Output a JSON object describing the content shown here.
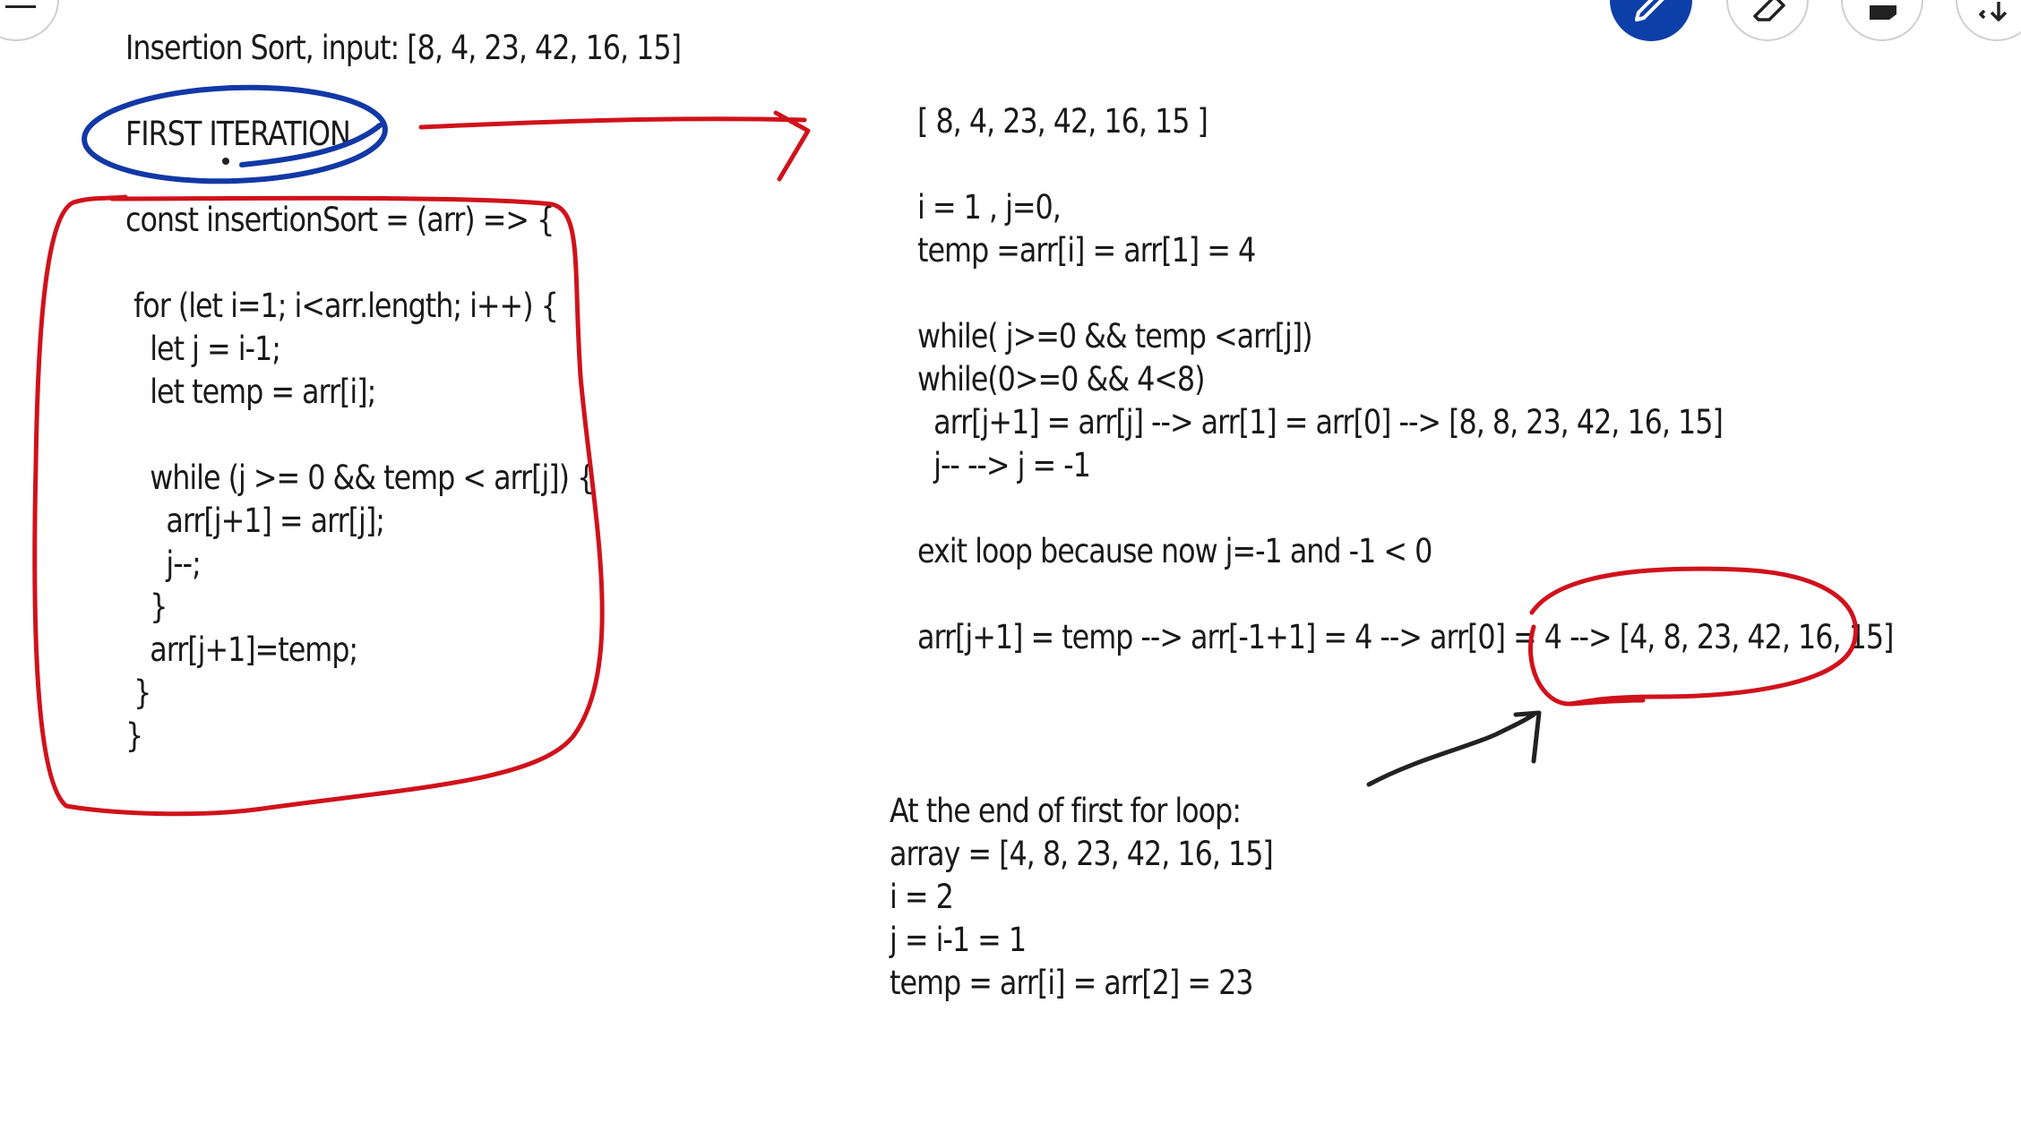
{
  "left_panel": {
    "title": "Insertion Sort, input: [8, 4, 23, 42, 16, 15]",
    "section_label": "FIRST ITERATION",
    "code_lines": [
      "const insertionSort = (arr) => {",
      "",
      " for (let i=1; i<arr.length; i++) {",
      "   let j = i-1;",
      "   let temp = arr[i];",
      "",
      "   while (j >= 0 && temp < arr[j]) {",
      "     arr[j+1] = arr[j];",
      "     j--;",
      "   }",
      "   arr[j+1]=temp;",
      " }",
      "}"
    ]
  },
  "right_panel": {
    "trace_lines": [
      "[ 8, 4, 23, 42, 16, 15 ]",
      "",
      "i = 1 , j=0,",
      "temp =arr[i] = arr[1] = 4",
      "",
      "while( j>=0 && temp <arr[j])",
      "while(0>=0 && 4<8)",
      "  arr[j+1] = arr[j] --> arr[1] = arr[0] --> [8, 8, 23, 42, 16, 15]",
      "  j-- --> j = -1",
      "",
      "exit loop because now j=-1 and -1 < 0",
      "",
      "arr[j+1] = temp --> arr[-1+1] = 4 --> arr[0] = 4 --> [4, 8, 23, 42, 16, 15]"
    ],
    "summary_lines": [
      "At the end of first for loop:",
      "array = [4, 8, 23, 42, 16, 15]",
      "i = 2",
      "j = i-1 = 1",
      "temp = arr[i] = arr[2] = 23"
    ]
  },
  "toolbar": {
    "tools": [
      "pen-icon",
      "eraser-icon",
      "sticky-note-icon",
      "move-icon"
    ],
    "active_tool": "pen-icon",
    "accent_color": "#0d3fa8"
  },
  "ink_colors": {
    "red": "#d0121b",
    "blue": "#1238a6",
    "black": "#222222"
  }
}
